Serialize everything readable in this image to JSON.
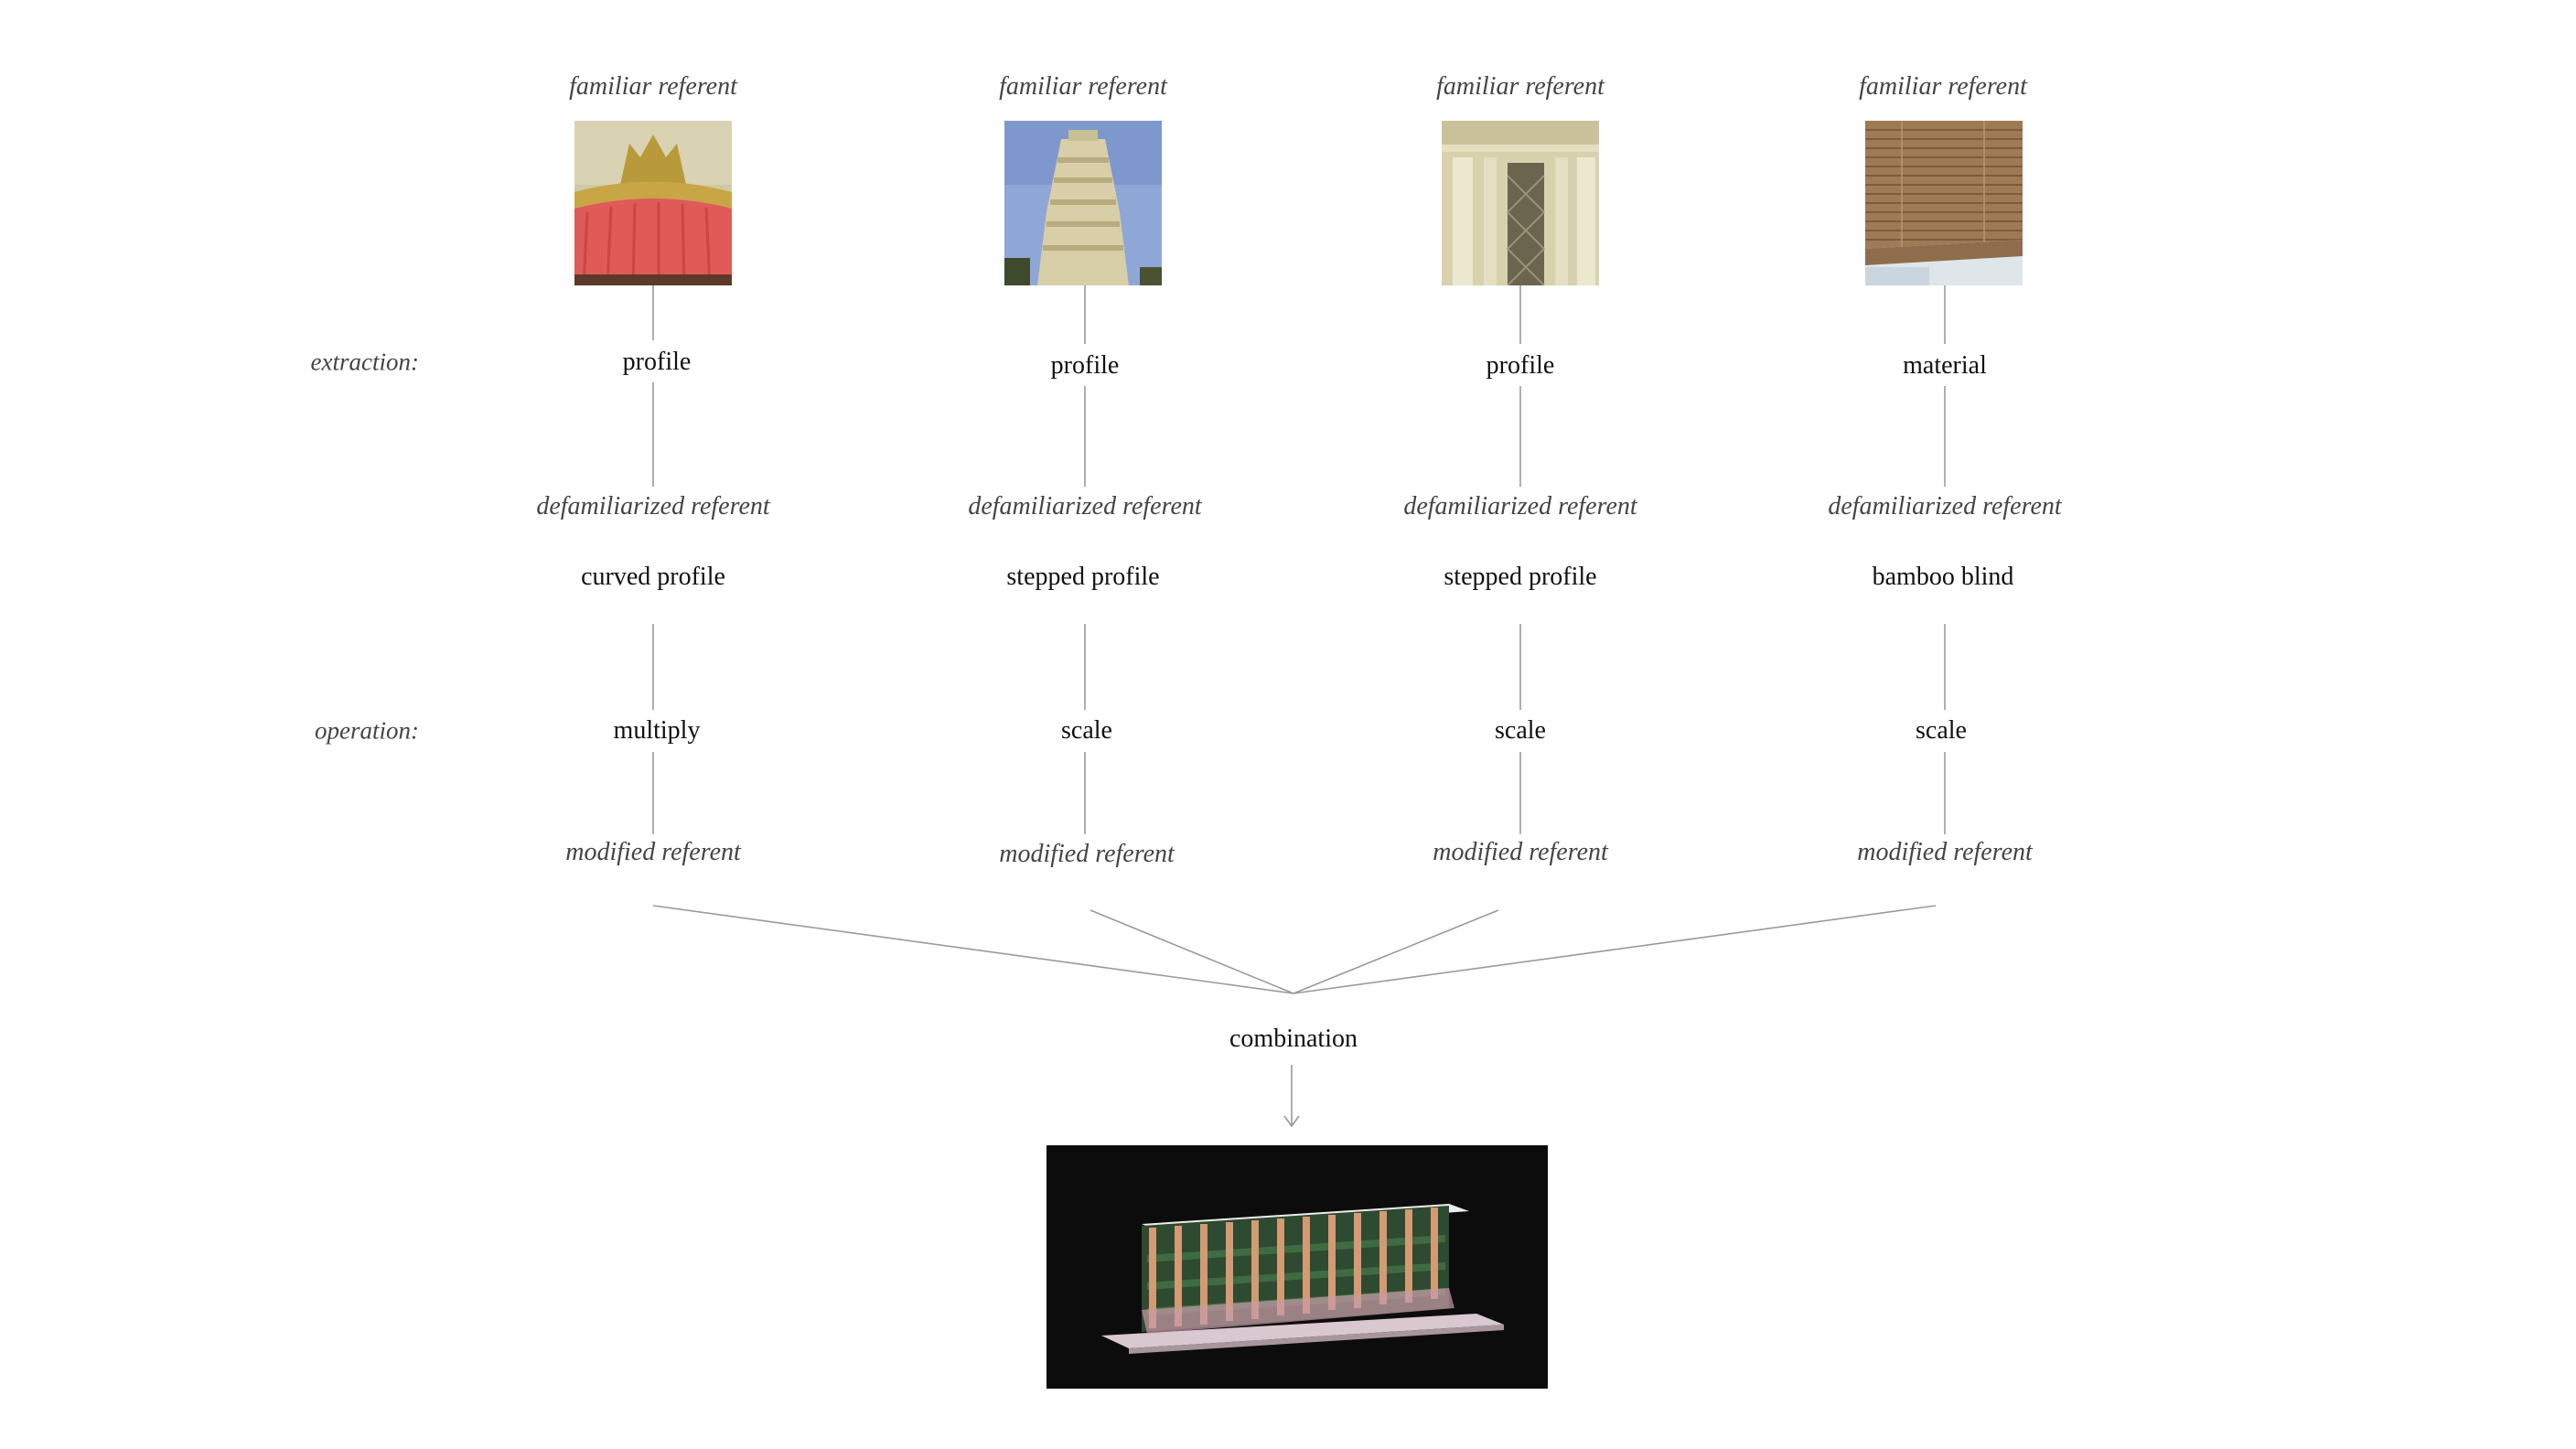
{
  "columns": [
    {
      "top_label": "familiar referent",
      "image": "roof-tile-icon",
      "extraction": "profile",
      "middle_label": "defamiliarized referent",
      "defamiliarized": "curved profile",
      "operation": "multiply",
      "bottom_label": "modified referent"
    },
    {
      "top_label": "familiar referent",
      "image": "temple-tower-icon",
      "extraction": "profile",
      "middle_label": "defamiliarized referent",
      "defamiliarized": "stepped profile",
      "operation": "scale",
      "bottom_label": "modified referent"
    },
    {
      "top_label": "familiar referent",
      "image": "column-facade-icon",
      "extraction": "profile",
      "middle_label": "defamiliarized referent",
      "defamiliarized": "stepped profile",
      "operation": "scale",
      "bottom_label": "modified referent"
    },
    {
      "top_label": "familiar referent",
      "image": "bamboo-blind-icon",
      "extraction": "material",
      "middle_label": "defamiliarized referent",
      "defamiliarized": "bamboo blind",
      "operation": "scale",
      "bottom_label": "modified referent"
    }
  ],
  "row_labels": {
    "extraction": "extraction:",
    "operation": "operation:"
  },
  "combination": "combination",
  "result_image": "architectural-model-icon",
  "colors": {
    "line": "#9a9a9a",
    "text": "#111111",
    "italic_text": "#444444"
  }
}
